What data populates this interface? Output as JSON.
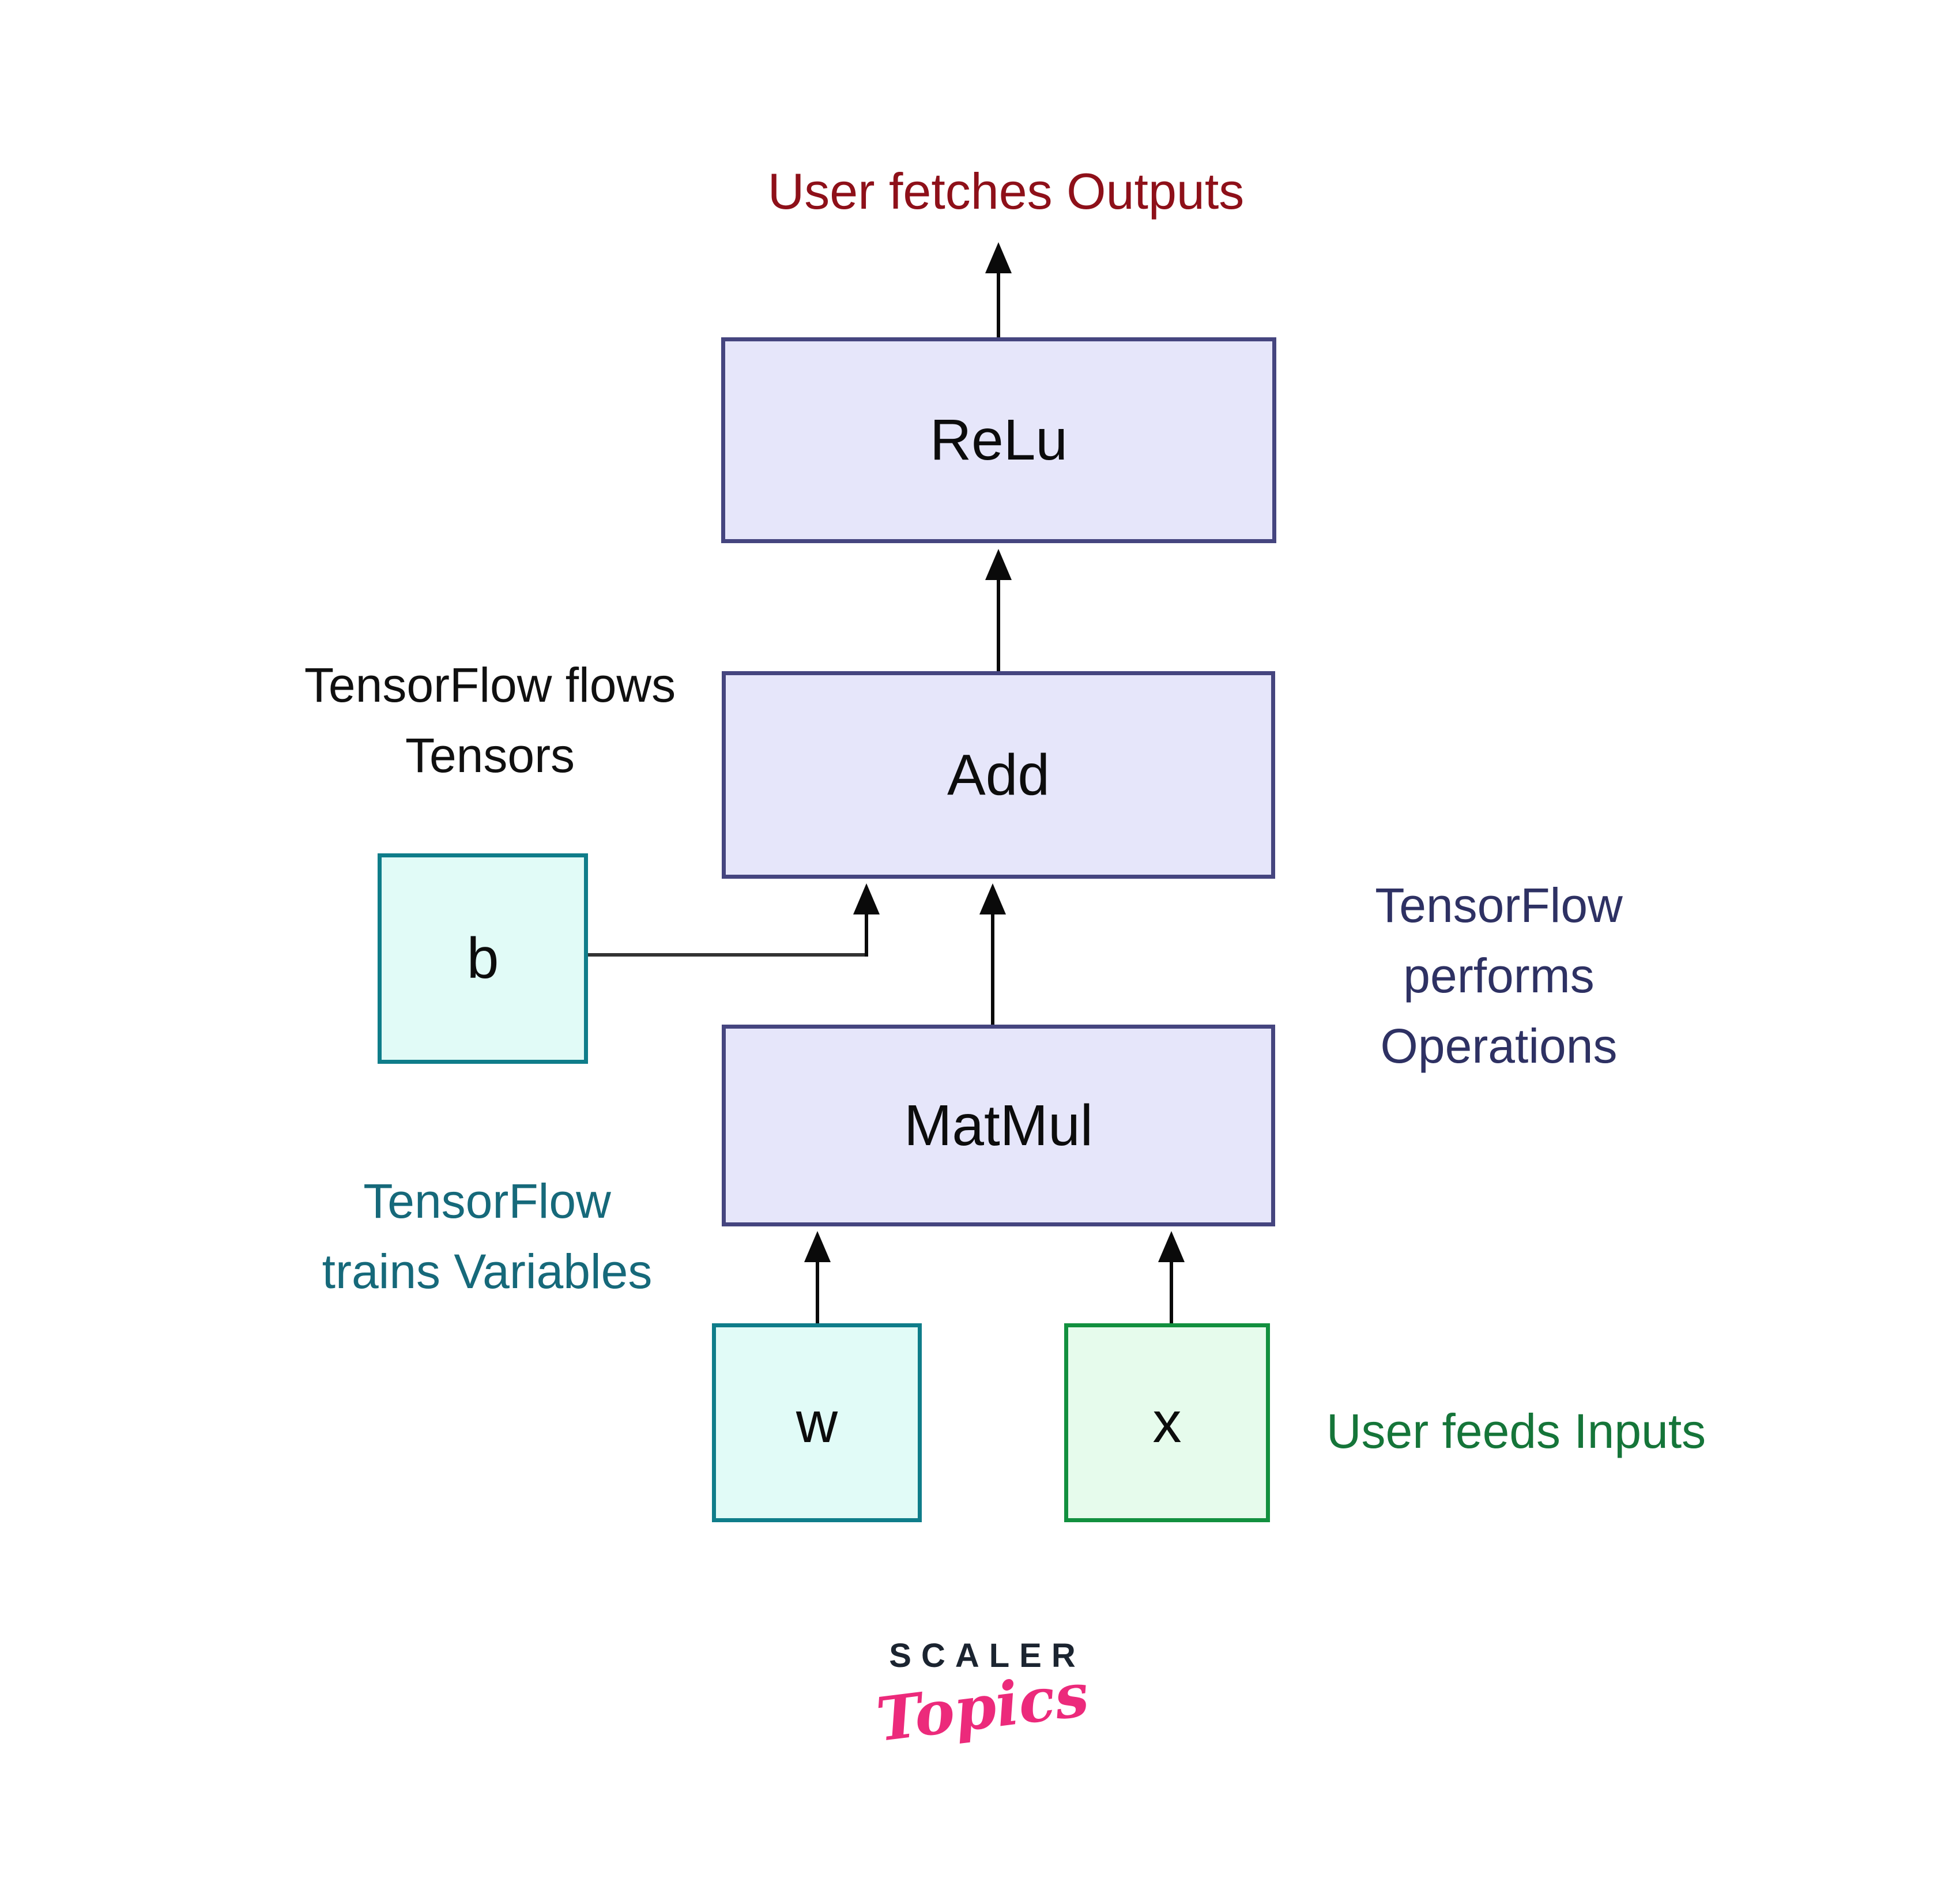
{
  "labels": {
    "outputs": {
      "text": "User fetches Outputs",
      "color": "#8e1019"
    },
    "flows": {
      "lines": [
        "TensorFlow flows",
        "Tensors"
      ],
      "color": "#101010"
    },
    "performs": {
      "lines": [
        "TensorFlow",
        "performs",
        "Operations"
      ],
      "color": "#2e3163"
    },
    "trains": {
      "lines": [
        "TensorFlow",
        "trains Variables"
      ],
      "color": "#16697a"
    },
    "inputs": {
      "text": "User feeds Inputs",
      "color": "#157539"
    }
  },
  "nodes": {
    "relu": {
      "label": "ReLu",
      "fill": "#e6e6fa",
      "border": "#45457f"
    },
    "add": {
      "label": "Add",
      "fill": "#e6e6fa",
      "border": "#45457f"
    },
    "matmul": {
      "label": "MatMul",
      "fill": "#e6e6fa",
      "border": "#45457f"
    },
    "b": {
      "label": "b",
      "fill": "#e1fbf7",
      "border": "#0f7d8a"
    },
    "w": {
      "label": "w",
      "fill": "#e1fbf7",
      "border": "#0f7d8a"
    },
    "x": {
      "label": "x",
      "fill": "#e6fbec",
      "border": "#12903f"
    }
  },
  "logo": {
    "brand": "SCALER",
    "product": "Topics",
    "brand_color": "#1b2430",
    "product_color": "#ec2a7b"
  }
}
